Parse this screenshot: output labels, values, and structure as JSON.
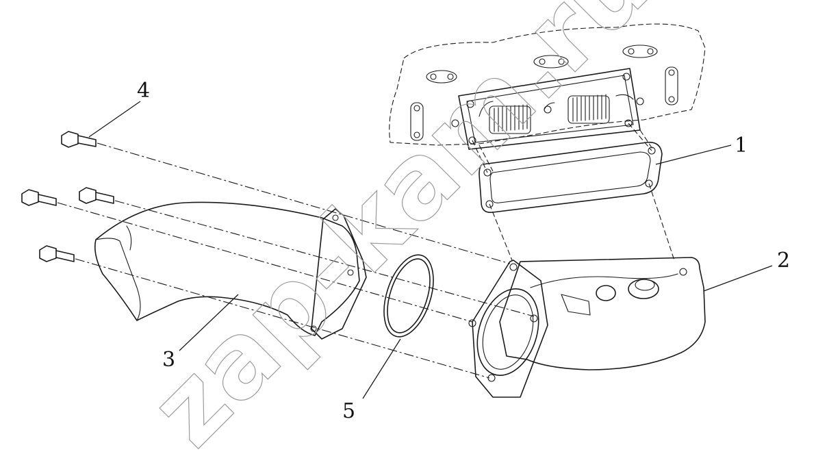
{
  "callouts": [
    {
      "id": "1",
      "label": "1"
    },
    {
      "id": "2",
      "label": "2"
    },
    {
      "id": "3",
      "label": "3"
    },
    {
      "id": "4",
      "label": "4"
    },
    {
      "id": "5",
      "label": "5"
    }
  ],
  "watermark": "zap-kam.ru"
}
